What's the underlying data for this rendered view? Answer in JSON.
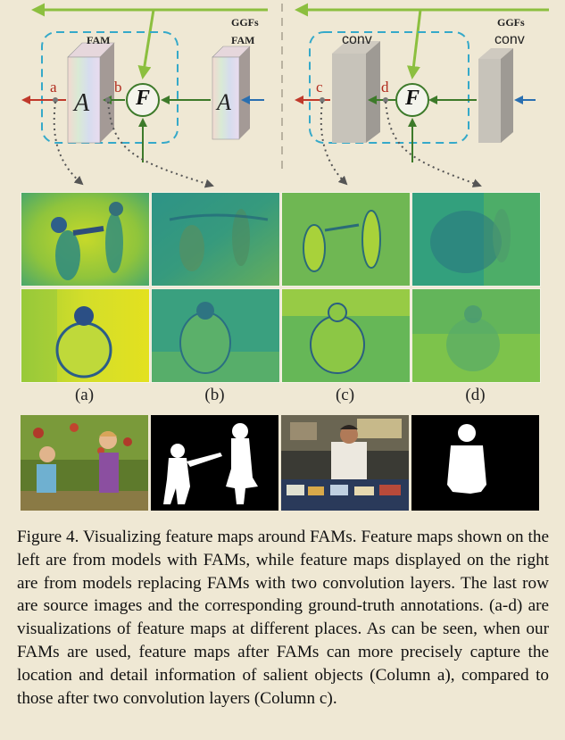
{
  "figure": {
    "left_diagram": {
      "ggfs_label": "GGFs",
      "fam_inner_label": "FAM",
      "fam_outer_label": "FAM",
      "block_glyph": "A",
      "fuse_glyph": "F",
      "point_a": "a",
      "point_b": "b"
    },
    "right_diagram": {
      "ggfs_label": "GGFs",
      "conv_inner_label": "conv",
      "conv_outer_label": "conv",
      "fuse_glyph": "F",
      "point_c": "c",
      "point_d": "d"
    },
    "column_labels": [
      "(a)",
      "(b)",
      "(c)",
      "(d)"
    ],
    "colors": {
      "arrow_green": "#8cbf3f",
      "dashed_box": "#35a9c9",
      "red_arrow": "#c0392b",
      "blue_arrow": "#2a6fb0",
      "map_yellow": "#d9e021",
      "map_teal": "#2a9d8f"
    }
  },
  "caption": {
    "label": "Figure 4.",
    "text": "Visualizing feature maps around FAMs. Feature maps shown on the left are from models with FAMs, while feature maps displayed on the right are from models replacing FAMs with two convolution layers. The last row are source images and the corresponding ground-truth annotations. (a-d) are visualizations of feature maps at different places. As can be seen, when our FAMs are used, feature maps after FAMs can more precisely capture the location and detail information of salient objects (Column a), compared to those after two convolution layers (Column c)."
  }
}
